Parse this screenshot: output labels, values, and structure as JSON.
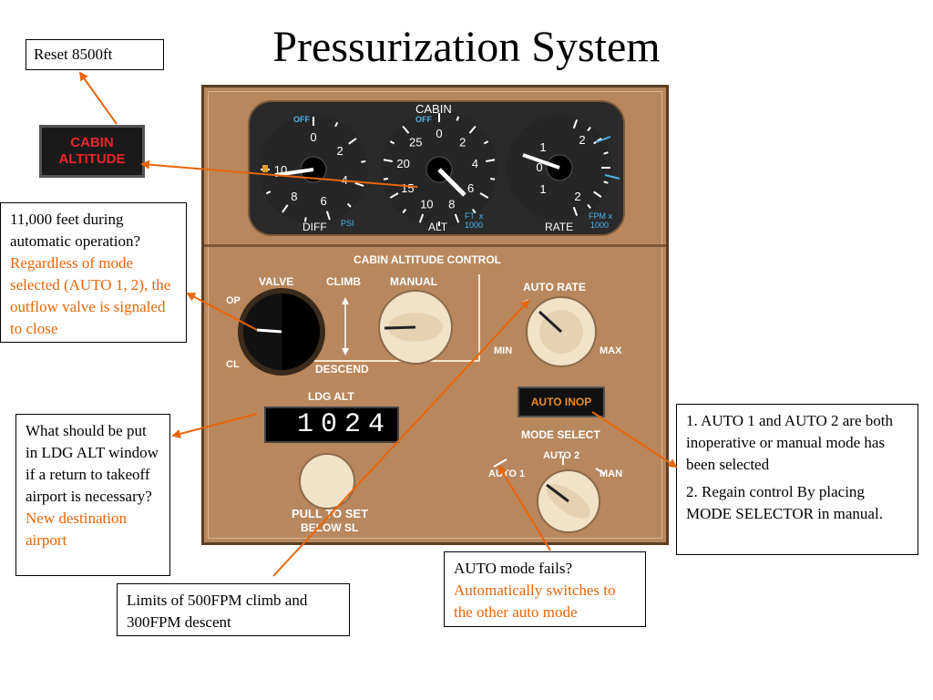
{
  "title": "Pressurization System",
  "callouts": {
    "reset": "Reset 8500ft",
    "auto_question": "11,000 feet during automatic operation?",
    "auto_answer": "Regardless of mode selected (AUTO 1, 2), the outflow valve is signaled to close",
    "ldg_question": "What should be put in LDG ALT window if a return to takeoff airport is necessary?",
    "ldg_answer": "New destination airport",
    "limits": "Limits of 500FPM climb and 300FPM descent",
    "auto_fail_question": "AUTO mode fails?",
    "auto_fail_answer": "Automatically switches to the other auto mode",
    "inop_1": "1. AUTO 1 and AUTO 2 are both inoperative or manual mode has been selected",
    "inop_2": "2. Regain control By placing MODE SELECTOR in manual."
  },
  "cabin_altitude_light": {
    "line1": "CABIN",
    "line2": "ALTITUDE"
  },
  "panel": {
    "cabin": "CABIN",
    "diff": "DIFF",
    "psi": "PSI",
    "alt": "ALT",
    "ft_x": "FT  x",
    "ft_1000": "1000",
    "rate": "RATE",
    "fpm_x": "FPM x",
    "fpm_1000": "1000",
    "off": "OFF",
    "cabin_alt_control": "CABIN ALTITUDE CONTROL",
    "valve": "VALVE",
    "op": "OP",
    "cl": "CL",
    "climb": "CLIMB",
    "descend": "DESCEND",
    "manual": "MANUAL",
    "auto_rate": "AUTO RATE",
    "min": "MIN",
    "max": "MAX",
    "ldg_alt": "LDG ALT",
    "ldg_value": "1024",
    "pull_to_set": "PULL TO SET",
    "below_sl": "BELOW SL",
    "auto_inop": "AUTO INOP",
    "mode_select": "MODE SELECT",
    "auto1": "AUTO 1",
    "auto2": "AUTO 2",
    "man": "MAN",
    "diff_ticks": [
      "0",
      "2",
      "4",
      "6",
      "8",
      "10"
    ],
    "alt_ticks": [
      "0",
      "2",
      "4",
      "6",
      "8",
      "10",
      "15",
      "20",
      "25"
    ],
    "rate_ticks": [
      "2",
      "1",
      "0",
      "1",
      "2"
    ]
  },
  "colors": {
    "accent": "#e8650a",
    "panel": "#b8875d",
    "light_red": "#e8262b"
  }
}
